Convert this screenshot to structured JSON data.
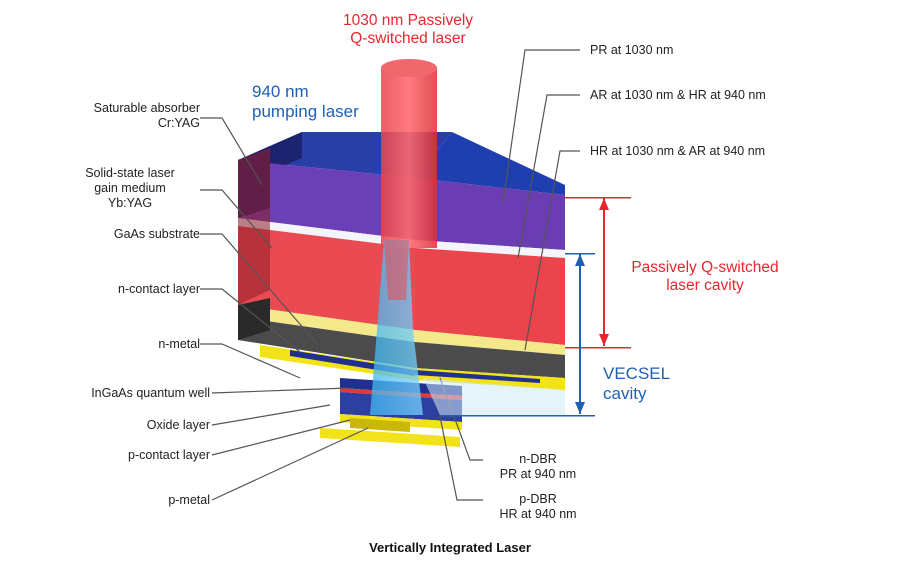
{
  "title": "Vertically Integrated Laser",
  "output_beam": {
    "line1": "1030 nm Passively",
    "line2": "Q-switched laser"
  },
  "pump_beam": {
    "line1": "940 nm",
    "line2": "pumping laser"
  },
  "left_labels": [
    {
      "line1": "Saturable absorber",
      "line2": "Cr:YAG"
    },
    {
      "line1": "Solid-state laser",
      "line2": "gain medium",
      "line3": "Yb:YAG"
    },
    {
      "line1": "GaAs substrate"
    },
    {
      "line1": "n-contact layer"
    },
    {
      "line1": "n-metal"
    },
    {
      "line1": "InGaAs quantum well"
    },
    {
      "line1": "Oxide layer"
    },
    {
      "line1": "p-contact layer"
    },
    {
      "line1": "p-metal"
    }
  ],
  "right_labels": [
    {
      "line1": "PR at 1030 nm"
    },
    {
      "line1": "AR at 1030 nm & HR at 940 nm"
    },
    {
      "line1": "HR at 1030 nm & AR at 940 nm"
    }
  ],
  "bottom_labels": [
    {
      "line1": "n-DBR",
      "line2": "PR at 940 nm"
    },
    {
      "line1": "p-DBR",
      "line2": "HR at 940 nm"
    }
  ],
  "cavities": {
    "q_switched": {
      "line1": "Passively Q-switched",
      "line2": "laser cavity"
    },
    "vecsel": {
      "line1": "VECSEL",
      "line2": "cavity"
    }
  },
  "colors": {
    "absorber_top": "#1f3fb0",
    "absorber": "#6a3db3",
    "gain": "#e8434a",
    "substrate_dark": "#4a4a4a",
    "contact": "#f3e67a",
    "metal": "#f2e21a",
    "red_text": "#e8262e",
    "blue_text": "#1f5fb4"
  }
}
